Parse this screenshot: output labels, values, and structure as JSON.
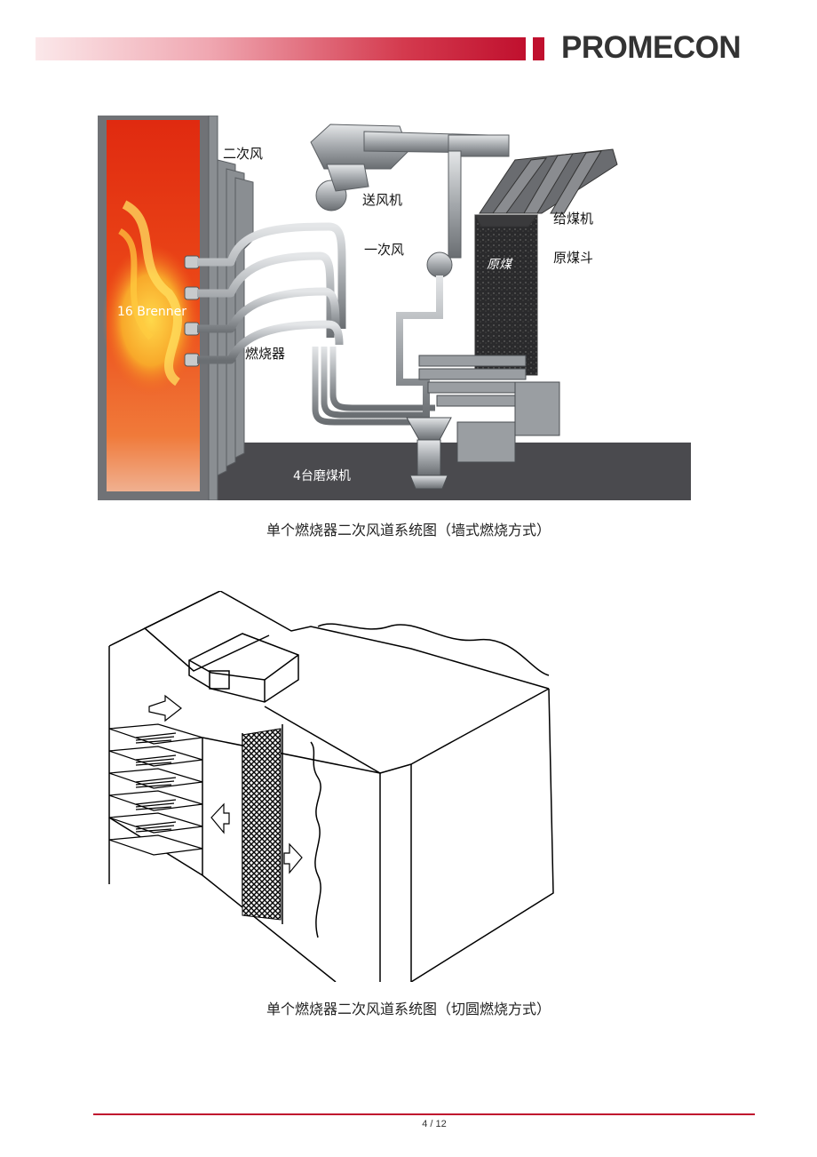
{
  "header": {
    "logo_text": "PROMECON"
  },
  "figure1": {
    "labels": {
      "secondary_air": "二次风",
      "fan": "送风机",
      "primary_air": "一次风",
      "coal_feeder": "给煤机",
      "coal_bunker": "原煤斗",
      "raw_coal": "原煤",
      "brenner": "16 Brenner",
      "burner": "燃烧器",
      "mills": "4台磨煤机"
    },
    "caption": "单个燃烧器二次风道系统图（墙式燃烧方式）"
  },
  "figure2": {
    "caption": "单个燃烧器二次风道系统图（切圆燃烧方式）"
  },
  "footer": {
    "page_number": "4 / 12"
  },
  "colors": {
    "brand_red": "#c0102e",
    "furnace_orange": "#e8541c",
    "duct_gray": "#a8acb0",
    "floor_gray": "#4a4a4e"
  }
}
